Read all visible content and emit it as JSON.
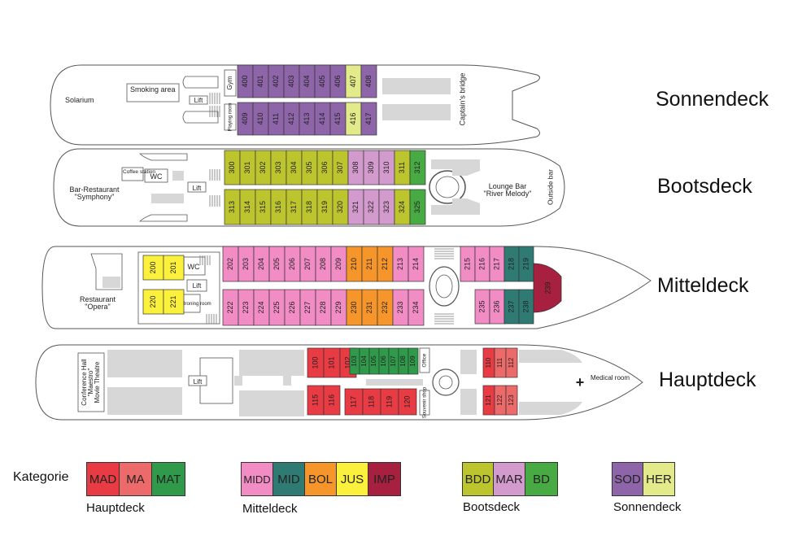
{
  "deck_titles": {
    "sonnendeck": "Sonnendeck",
    "bootsdeck": "Bootsdeck",
    "mitteldeck": "Mitteldeck",
    "hauptdeck": "Hauptdeck"
  },
  "colors": {
    "MAD": "#e83b43",
    "MA": "#ec6a6a",
    "MAT": "#2f9a4a",
    "MIDD": "#f28cc5",
    "MID": "#2f7b74",
    "BOL": "#f6952a",
    "JUS": "#fbf03c",
    "IMP": "#a8203f",
    "BDD": "#bcc52d",
    "MAR": "#d39bcd",
    "BD": "#48aa42",
    "SOD": "#8e65a8",
    "HER": "#e2ea8a"
  },
  "labels": {
    "solarium": "Solarium",
    "smoking_area": "Smoking area",
    "lift": "Lift",
    "gym": "Gym",
    "playing_room": "Playing room",
    "captains_bridge": "Captain's bridge",
    "coffee_station": "Coffee station",
    "wc": "WC",
    "bar_restaurant": "Bar-Restaurant",
    "symphony": "\"Symphony\"",
    "lounge_bar": "Lounge Bar",
    "river_melody": "\"River Melody\"",
    "outside_bar": "Outside bar",
    "restaurant": "Restaurant",
    "opera": "\"Opera\"",
    "ironing_room": "Ironing room",
    "conference_hall": "Conference Hall",
    "maestro": "\"Maestro\"",
    "movie_theatre": "Movie Theatre",
    "office": "Office",
    "souvenir_shop": "Souvenir shop",
    "medical_room": "Medical room",
    "medical_plus": "+"
  },
  "cabins": {
    "sonnendeck_top": [
      [
        "400",
        "SOD"
      ],
      [
        "401",
        "SOD"
      ],
      [
        "402",
        "SOD"
      ],
      [
        "403",
        "SOD"
      ],
      [
        "404",
        "SOD"
      ],
      [
        "405",
        "SOD"
      ],
      [
        "406",
        "SOD"
      ],
      [
        "407",
        "HER"
      ],
      [
        "408",
        "SOD"
      ]
    ],
    "sonnendeck_bottom": [
      [
        "409",
        "SOD"
      ],
      [
        "410",
        "SOD"
      ],
      [
        "411",
        "SOD"
      ],
      [
        "412",
        "SOD"
      ],
      [
        "413",
        "SOD"
      ],
      [
        "414",
        "SOD"
      ],
      [
        "415",
        "SOD"
      ],
      [
        "416",
        "HER"
      ],
      [
        "417",
        "SOD"
      ]
    ],
    "bootsdeck_top": [
      [
        "300",
        "BDD"
      ],
      [
        "301",
        "BDD"
      ],
      [
        "302",
        "BDD"
      ],
      [
        "303",
        "BDD"
      ],
      [
        "304",
        "BDD"
      ],
      [
        "305",
        "BDD"
      ],
      [
        "306",
        "BDD"
      ],
      [
        "307",
        "BDD"
      ],
      [
        "308",
        "MAR"
      ],
      [
        "309",
        "MAR"
      ],
      [
        "310",
        "MAR"
      ],
      [
        "311",
        "BDD"
      ],
      [
        "312",
        "BD"
      ]
    ],
    "bootsdeck_bottom": [
      [
        "313",
        "BDD"
      ],
      [
        "314",
        "BDD"
      ],
      [
        "315",
        "BDD"
      ],
      [
        "316",
        "BDD"
      ],
      [
        "317",
        "BDD"
      ],
      [
        "318",
        "BDD"
      ],
      [
        "319",
        "BDD"
      ],
      [
        "320",
        "BDD"
      ],
      [
        "321",
        "MAR"
      ],
      [
        "322",
        "MAR"
      ],
      [
        "323",
        "MAR"
      ],
      [
        "324",
        "BDD"
      ],
      [
        "325",
        "BD"
      ]
    ],
    "mitteldeck_jus_top": [
      [
        "200",
        "JUS"
      ],
      [
        "201",
        "JUS"
      ]
    ],
    "mitteldeck_jus_bottom": [
      [
        "220",
        "JUS"
      ],
      [
        "221",
        "JUS"
      ]
    ],
    "mitteldeck_top": [
      [
        "202",
        "MIDD"
      ],
      [
        "203",
        "MIDD"
      ],
      [
        "204",
        "MIDD"
      ],
      [
        "205",
        "MIDD"
      ],
      [
        "206",
        "MIDD"
      ],
      [
        "207",
        "MIDD"
      ],
      [
        "208",
        "MIDD"
      ],
      [
        "209",
        "MIDD"
      ],
      [
        "210",
        "BOL"
      ],
      [
        "211",
        "BOL"
      ],
      [
        "212",
        "BOL"
      ],
      [
        "213",
        "MIDD"
      ],
      [
        "214",
        "MIDD"
      ]
    ],
    "mitteldeck_bottom": [
      [
        "222",
        "MIDD"
      ],
      [
        "223",
        "MIDD"
      ],
      [
        "224",
        "MIDD"
      ],
      [
        "225",
        "MIDD"
      ],
      [
        "226",
        "MIDD"
      ],
      [
        "227",
        "MIDD"
      ],
      [
        "228",
        "MIDD"
      ],
      [
        "229",
        "MIDD"
      ],
      [
        "230",
        "BOL"
      ],
      [
        "231",
        "BOL"
      ],
      [
        "232",
        "BOL"
      ],
      [
        "233",
        "MIDD"
      ],
      [
        "234",
        "MIDD"
      ]
    ],
    "mitteldeck_fore_top": [
      [
        "215",
        "MIDD"
      ],
      [
        "216",
        "MIDD"
      ],
      [
        "217",
        "MIDD"
      ],
      [
        "218",
        "MID"
      ],
      [
        "219",
        "MID"
      ]
    ],
    "mitteldeck_fore_bottom": [
      [
        "235",
        "MIDD"
      ],
      [
        "236",
        "MIDD"
      ],
      [
        "237",
        "MID"
      ],
      [
        "238",
        "MID"
      ]
    ],
    "mitteldeck_imp": [
      [
        "239",
        "IMP"
      ]
    ],
    "hauptdeck_top_a": [
      [
        "100",
        "MAD"
      ],
      [
        "101",
        "MAD"
      ],
      [
        "102",
        "MAD"
      ]
    ],
    "hauptdeck_top_b": [
      [
        "103",
        "MAT"
      ],
      [
        "104",
        "MAT"
      ],
      [
        "105",
        "MAT"
      ],
      [
        "106",
        "MAT"
      ],
      [
        "107",
        "MAT"
      ],
      [
        "108",
        "MAT"
      ],
      [
        "109",
        "MAT"
      ]
    ],
    "hauptdeck_bottom_a": [
      [
        "115",
        "MAD"
      ],
      [
        "116",
        "MAD"
      ]
    ],
    "hauptdeck_bottom_b": [
      [
        "117",
        "MAD"
      ],
      [
        "118",
        "MAD"
      ],
      [
        "119",
        "MAD"
      ],
      [
        "120",
        "MAD"
      ]
    ],
    "hauptdeck_fore_top": [
      [
        "110",
        "MAD"
      ],
      [
        "111",
        "MA"
      ],
      [
        "112",
        "MA"
      ]
    ],
    "hauptdeck_fore_bottom": [
      [
        "121",
        "MAD"
      ],
      [
        "122",
        "MA"
      ],
      [
        "123",
        "MA"
      ]
    ]
  },
  "legend": {
    "title": "Kategorie",
    "groups": [
      {
        "caption": "Hauptdeck",
        "items": [
          "MAD",
          "MA",
          "MAT"
        ]
      },
      {
        "caption": "Mitteldeck",
        "items": [
          "MIDD",
          "MID",
          "BOL",
          "JUS",
          "IMP"
        ]
      },
      {
        "caption": "Bootsdeck",
        "items": [
          "BDD",
          "MAR",
          "BD"
        ]
      },
      {
        "caption": "Sonnendeck",
        "items": [
          "SOD",
          "HER"
        ]
      }
    ]
  }
}
